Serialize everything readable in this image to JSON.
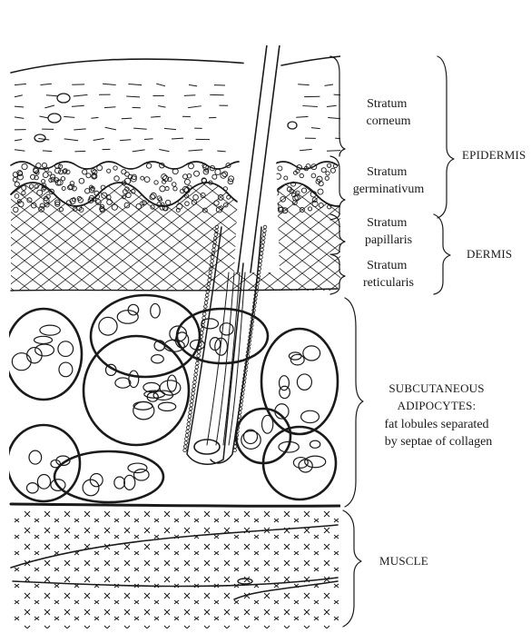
{
  "layers": {
    "stratum_corneum": [
      "Stratum",
      "corneum"
    ],
    "stratum_germinativum": [
      "Stratum",
      "germinativum"
    ],
    "stratum_papillaris": [
      "Stratum",
      "papillaris"
    ],
    "stratum_reticularis": [
      "Stratum",
      "reticularis"
    ],
    "subcutaneous": [
      "SUBCUTANEOUS",
      "ADIPOCYTES:",
      "fat lobules separated",
      "by septae of collagen"
    ],
    "muscle": "MUSCLE"
  },
  "groups": {
    "epidermis": "EPIDERMIS",
    "dermis": "DERMIS"
  },
  "colors": {
    "ink": "#1a1a1a",
    "background": "#ffffff"
  }
}
